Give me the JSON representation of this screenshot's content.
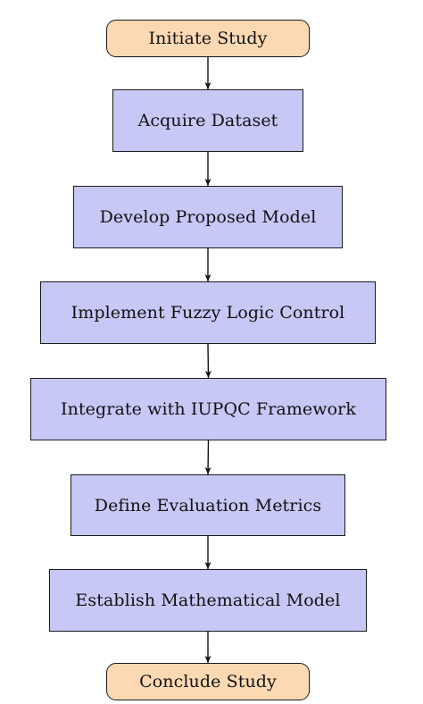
{
  "diagram": {
    "nodes": [
      {
        "id": "initiate",
        "label": "Initiate Study",
        "kind": "terminal",
        "fill": "#fdd9b3"
      },
      {
        "id": "acquire",
        "label": "Acquire Dataset",
        "kind": "process",
        "fill": "#c8c8f7"
      },
      {
        "id": "develop",
        "label": "Develop Proposed Model",
        "kind": "process",
        "fill": "#c8c8f7"
      },
      {
        "id": "fuzzy",
        "label": "Implement Fuzzy Logic Control",
        "kind": "process",
        "fill": "#c8c8f7"
      },
      {
        "id": "iupqc",
        "label": "Integrate with IUPQC Framework",
        "kind": "process",
        "fill": "#c8c8f7"
      },
      {
        "id": "metrics",
        "label": "Define Evaluation Metrics",
        "kind": "process",
        "fill": "#c8c8f7"
      },
      {
        "id": "math",
        "label": "Establish Mathematical Model",
        "kind": "process",
        "fill": "#c8c8f7"
      },
      {
        "id": "conclude",
        "label": "Conclude Study",
        "kind": "terminal",
        "fill": "#fdd9b3"
      }
    ],
    "edges": [
      {
        "from": "initiate",
        "to": "acquire"
      },
      {
        "from": "acquire",
        "to": "develop"
      },
      {
        "from": "develop",
        "to": "fuzzy"
      },
      {
        "from": "fuzzy",
        "to": "iupqc"
      },
      {
        "from": "iupqc",
        "to": "metrics"
      },
      {
        "from": "metrics",
        "to": "math"
      },
      {
        "from": "math",
        "to": "conclude"
      }
    ],
    "edge_color": "#111111"
  }
}
